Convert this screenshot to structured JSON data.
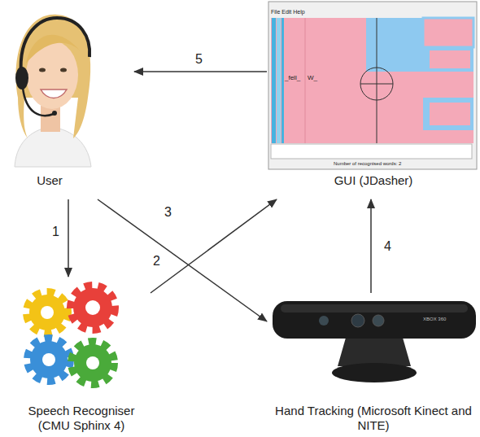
{
  "diagram": {
    "nodes": [
      {
        "text": [
          "User"
        ]
      },
      {
        "text": [
          "GUI (JDasher)"
        ]
      },
      {
        "text": [
          "Speech Recogniser (CMU Sphinx 4)"
        ]
      },
      {
        "text": [
          "Hand Tracking (Microsoft Kinect and NITE)"
        ]
      }
    ],
    "edges": [
      {
        "from": 0,
        "to": 2,
        "arrow": "to",
        "label": "1"
      },
      {
        "from": 2,
        "to": 1,
        "arrow": "to",
        "label": "2"
      },
      {
        "from": 0,
        "to": 3,
        "arrow": "to",
        "label": "3"
      },
      {
        "from": 3,
        "to": 1,
        "arrow": "to",
        "label": "4"
      },
      {
        "from": 1,
        "to": 0,
        "arrow": "to",
        "label": "5"
      }
    ],
    "labels": [
      "File Edit Help",
      "_fell_",
      "W_",
      "Number of recognised words: 2",
      "XBOX 360"
    ]
  }
}
